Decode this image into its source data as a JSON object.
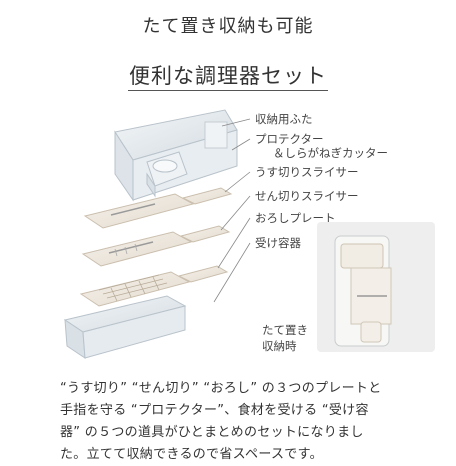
{
  "header": {
    "headline": "たて置き収納も可能",
    "subheadline": "便利な調理器セット"
  },
  "parts": {
    "lid": "収納用ふた",
    "protector_line1": "プロテクター",
    "protector_line2": "＆しらがねぎカッター",
    "thin_slicer": "うす切りスライサー",
    "julienne_slicer": "せん切りスライサー",
    "grater": "おろしプレート",
    "container": "受け容器"
  },
  "inset": {
    "caption_line1": "たて置き",
    "caption_line2": "収納時"
  },
  "description": {
    "line1": "“うす切り” “せん切り” “おろし” の３つのプレートと",
    "line2": "手指を守る “プロテクター”、食材を受ける “受け容",
    "line3": "器” の５つの道具がひとまとめのセットになりまし",
    "line4": "た。立てて収納できるので省スペースです。"
  },
  "colors": {
    "text": "#333333",
    "plate": "#ece6dc",
    "clear_plastic": "#dfe5ea",
    "background": "#ffffff"
  }
}
